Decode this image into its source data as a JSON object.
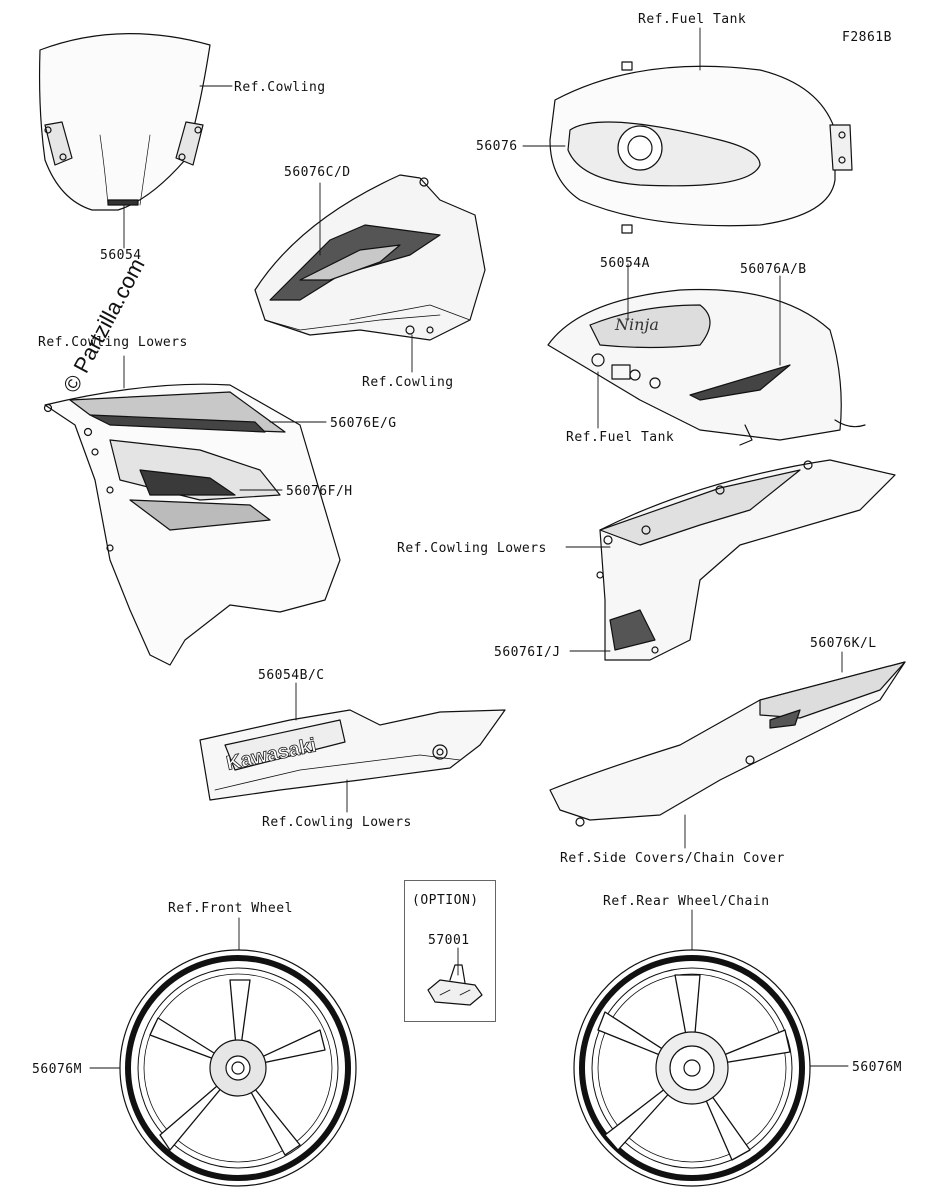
{
  "diagram_code": "F2861B",
  "watermark": "© Partzilla.com",
  "labels": {
    "ref_fuel_tank_top": "Ref.Fuel Tank",
    "ref_cowling_windshield": "Ref.Cowling",
    "part_56054": "56054",
    "part_56076c_d": "56076C/D",
    "ref_cowling_upper": "Ref.Cowling",
    "part_56076": "56076",
    "part_56054a": "56054A",
    "part_56076a_b": "56076A/B",
    "ref_fuel_tank_cover": "Ref.Fuel Tank",
    "ref_cowling_lowers_left": "Ref.Cowling Lowers",
    "part_56076e_g": "56076E/G",
    "part_56076f_h": "56076F/H",
    "ref_cowling_lowers_right": "Ref.Cowling Lowers",
    "part_56076i_j": "56076I/J",
    "part_56054b_c": "56054B/C",
    "ref_cowling_lowers_under": "Ref.Cowling Lowers",
    "part_56076k_l": "56076K/L",
    "ref_side_covers": "Ref.Side Covers/Chain Cover",
    "ref_front_wheel": "Ref.Front Wheel",
    "option": "(OPTION)",
    "part_57001": "57001",
    "ref_rear_wheel": "Ref.Rear Wheel/Chain",
    "part_56076m_front": "56076M",
    "part_56076m_rear": "56076M"
  },
  "decal_text": {
    "tank_logo": "Ninja",
    "under_cowl_logo": "Kawasaki"
  },
  "colors": {
    "line": "#111111",
    "shade": "#c8c8c8",
    "dark": "#3a3a3a"
  }
}
